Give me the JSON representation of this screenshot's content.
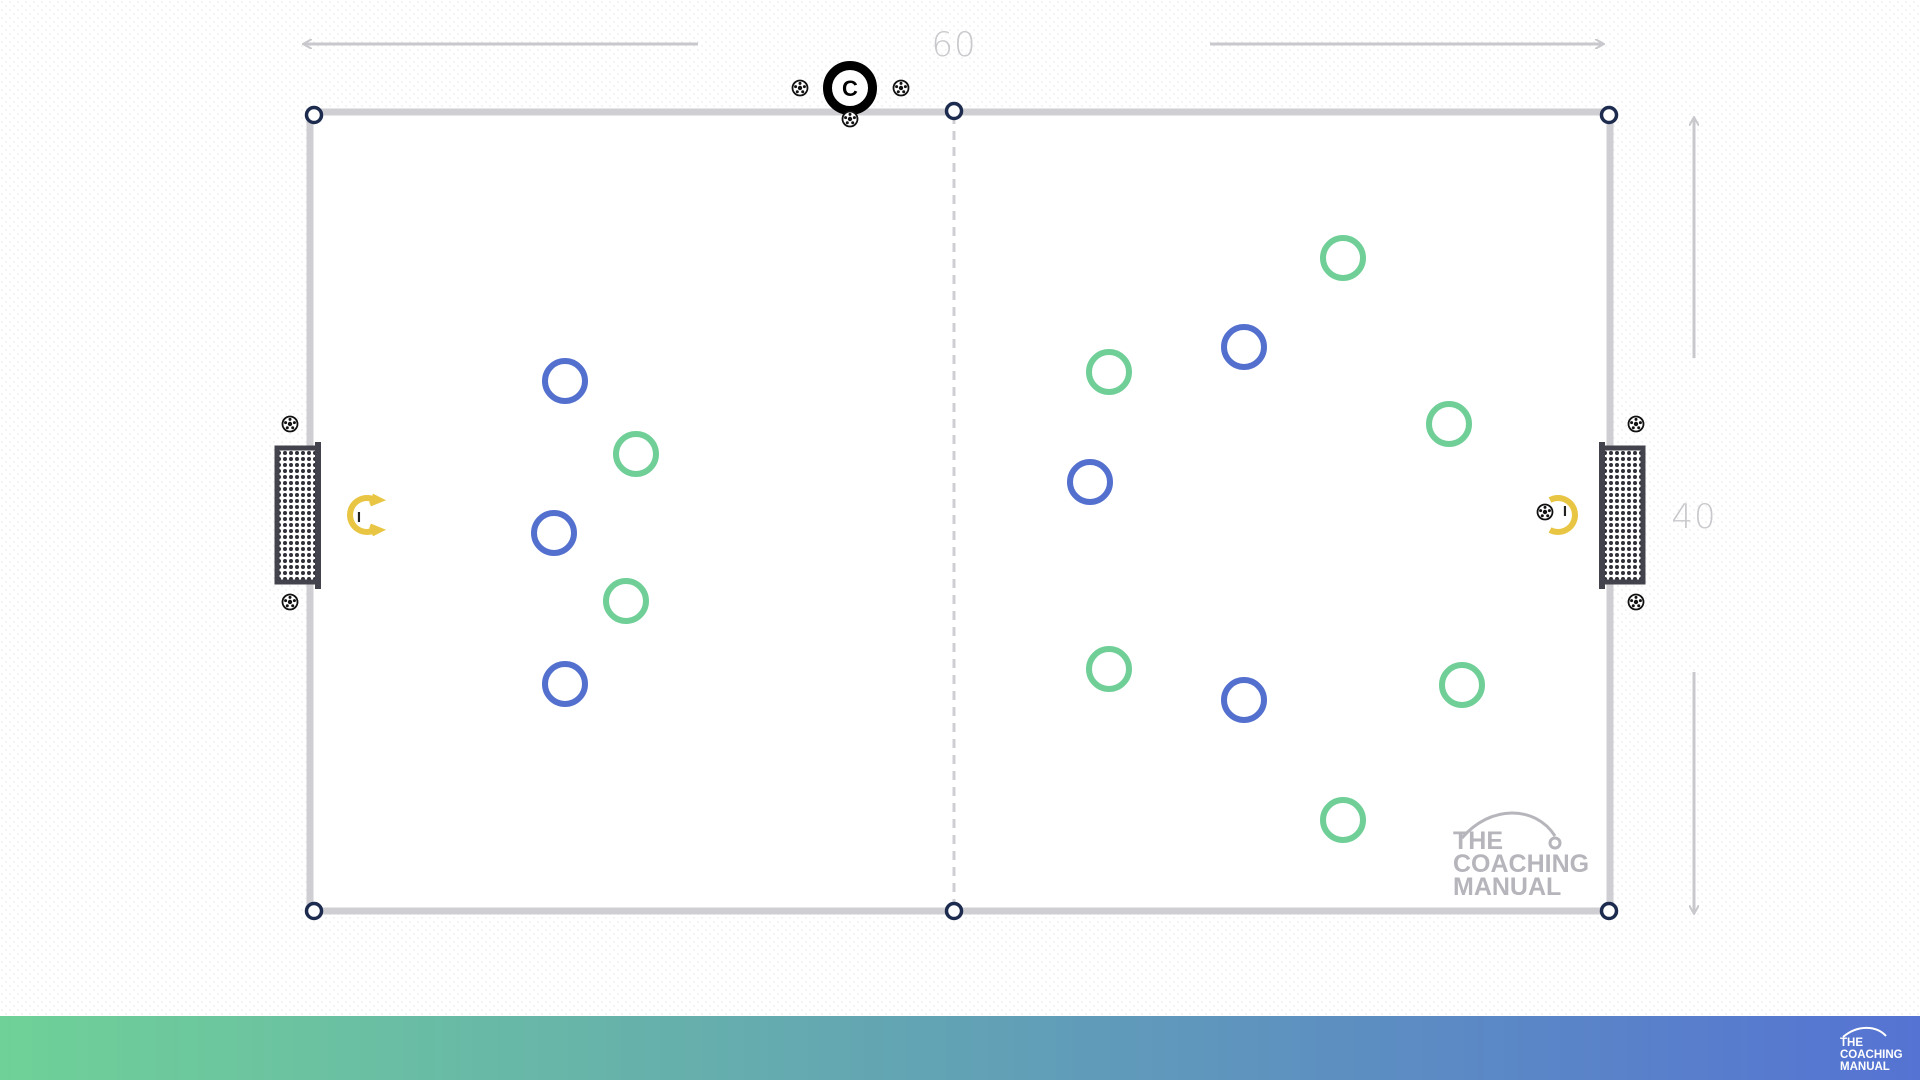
{
  "dimensions": {
    "length_label": "60",
    "width_label": "40"
  },
  "markers": {
    "coach_label": "C",
    "keeper_label": "I"
  },
  "logo": {
    "lines": [
      "THE",
      "COACHING",
      "MANUAL"
    ]
  },
  "footer_logo": {
    "lines": [
      "THE",
      "COACHING",
      "MANUAL"
    ]
  },
  "colors": {
    "pitch_line": "#cfcfd3",
    "halfway_dash": "#cfcfd3",
    "cone_outline": "#1d2b4f",
    "team_blue": "#5470cf",
    "team_green": "#6fcf97",
    "goalkeeper_yellow": "#e9c544",
    "goal_frame": "#43434d",
    "footer_start": "#6fd197",
    "footer_end": "#5573d3"
  },
  "icons": {
    "ball": "football-icon",
    "coach": "coach-icon",
    "cone": "cone-icon",
    "goal": "goal-icon",
    "player": "player-icon"
  }
}
